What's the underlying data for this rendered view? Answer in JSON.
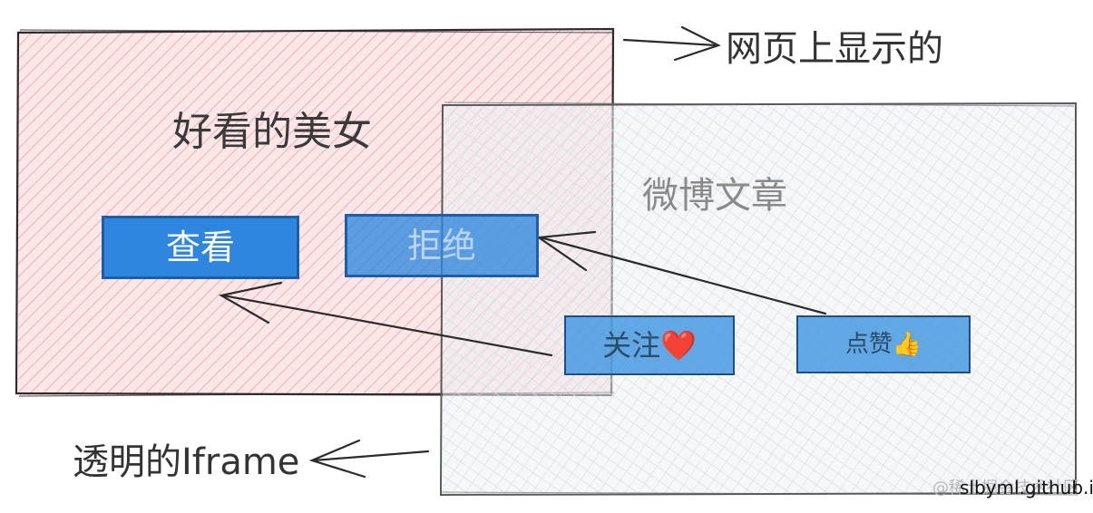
{
  "left_box": {
    "title": "好看的美女",
    "view_button": "查看",
    "reject_button": "拒绝",
    "fill_color": "#e8757f"
  },
  "right_box": {
    "title": "微博文章",
    "follow_button": "关注❤️",
    "like_button": "点赞👍",
    "fill_color": "#c9d2da"
  },
  "labels": {
    "top": "网页上显示的",
    "bottom": "透明的Iframe"
  },
  "watermark": {
    "back": "@稀土掘金技术社区",
    "front": "slbyml.github.io"
  },
  "colors": {
    "button_blue": "#2f86de",
    "ink": "#3a3a3a"
  }
}
